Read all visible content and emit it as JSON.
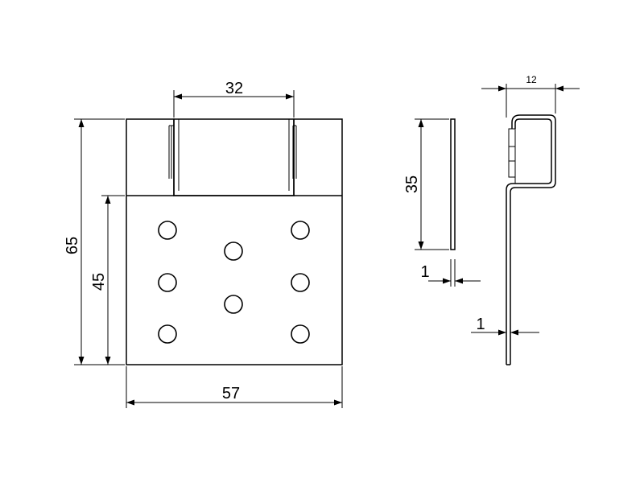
{
  "dimensions": {
    "top_width": "32",
    "total_height": "65",
    "lower_height": "45",
    "bottom_width": "57",
    "side_height": "35",
    "side_thickness": "1",
    "profile_depth": "12",
    "profile_thickness": "1"
  },
  "colors": {
    "line": "#000000",
    "background": "#ffffff"
  }
}
